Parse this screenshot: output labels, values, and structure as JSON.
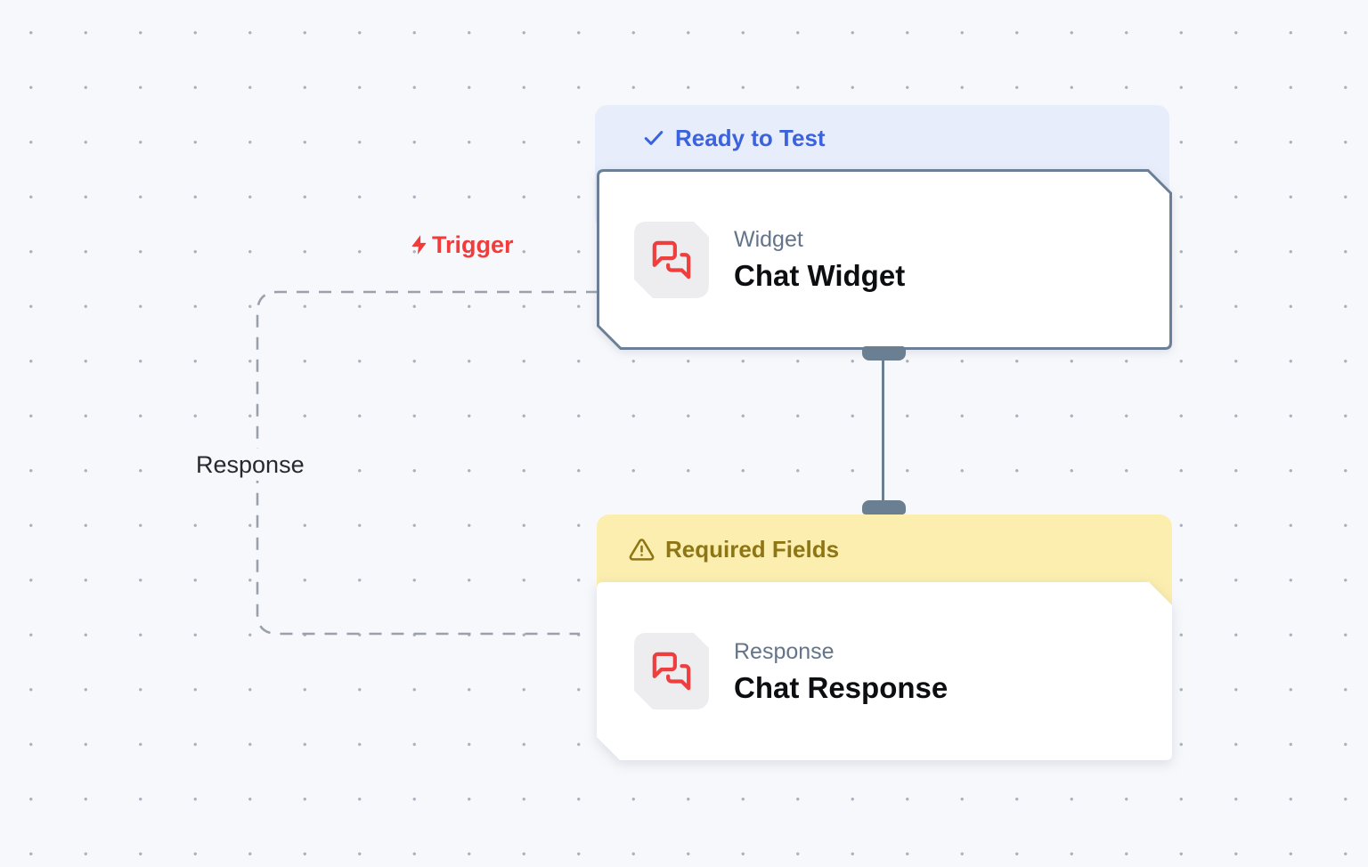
{
  "canvas": {
    "background_color": "#f7f8fb",
    "dot_color": "#6e788a"
  },
  "edges": {
    "trigger": {
      "label": "Trigger",
      "color": "#f23c3c",
      "icon": "zap-icon"
    },
    "response": {
      "label": "Response",
      "color": "#26292e",
      "style": "dashed"
    }
  },
  "nodes": {
    "chat_widget": {
      "status_label": "Ready to Test",
      "status_icon": "check-icon",
      "status_color": "#3c63de",
      "banner_color": "#e8edfb",
      "type_label": "Widget",
      "title": "Chat Widget",
      "node_icon": "chat-bubbles-icon",
      "border_color": "#6b8096",
      "selected": true
    },
    "chat_response": {
      "status_label": "Required Fields",
      "status_icon": "warning-triangle-icon",
      "status_color": "#8e7615",
      "banner_color": "#fbeeae",
      "type_label": "Response",
      "title": "Chat Response",
      "node_icon": "chat-bubbles-icon",
      "selected": false
    }
  },
  "colors": {
    "handle": "#6b7f93",
    "connector": "#6b7f93",
    "dashed_edge": "#9aa1ab",
    "node_icon_red": "#ee3e3e",
    "icon_tile_bg": "#ededf0",
    "title_text": "#0c0e12",
    "type_text": "#64748b"
  }
}
